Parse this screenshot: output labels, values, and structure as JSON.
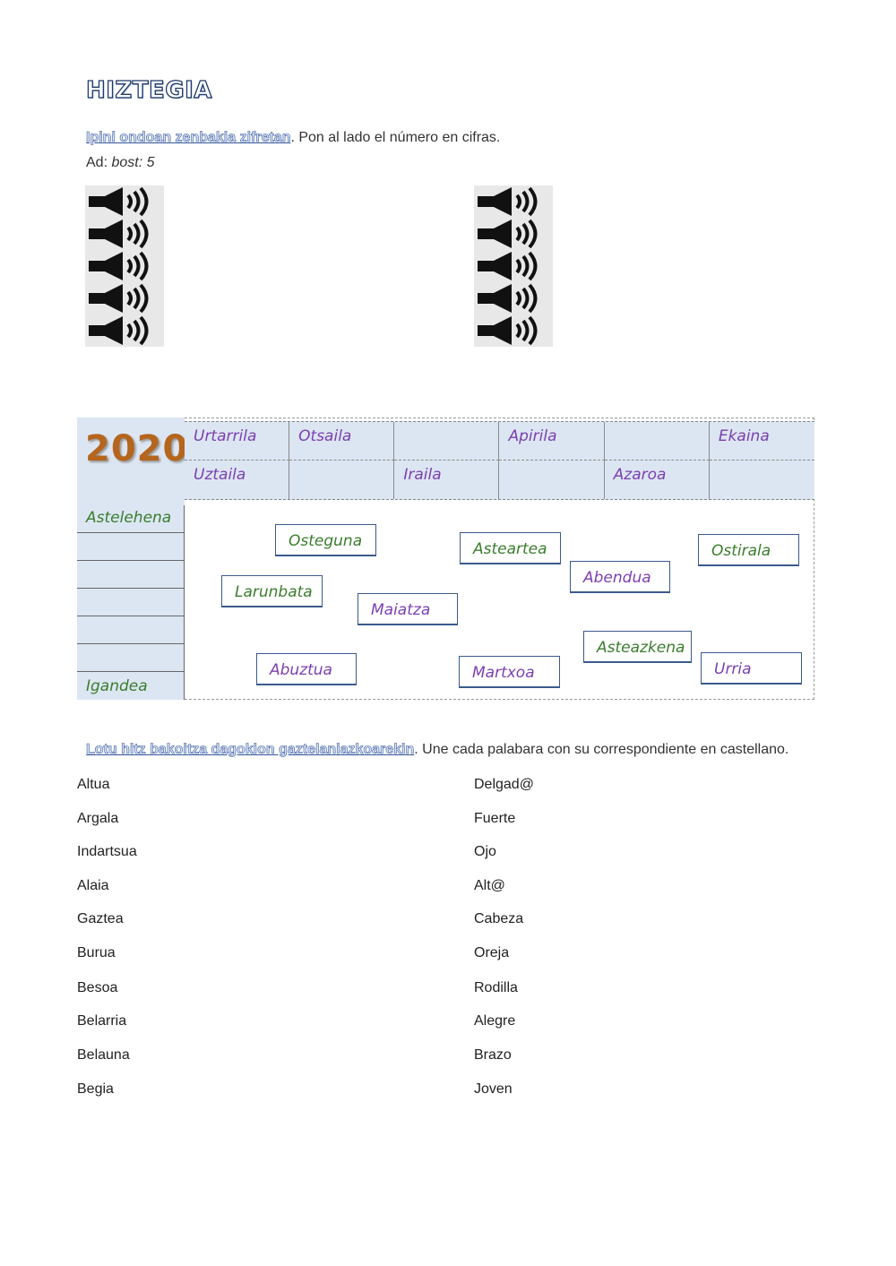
{
  "title": "HIZTEGIA",
  "instruction1": {
    "link": "Ipini ondoan zenbakia zifretan",
    "rest": ". Pon al lado el número en cifras."
  },
  "example": {
    "prefix": "Ad: ",
    "value": "bost: 5"
  },
  "speaker_icon": "speaker-icon",
  "calendar": {
    "year": "2020",
    "months_row1": [
      "Urtarrila",
      "Otsaila",
      "",
      "Apirila",
      "",
      "Ekaina"
    ],
    "months_row2": [
      "Uztaila",
      "",
      "Iraila",
      "",
      "Azaroa",
      ""
    ],
    "day_first": "Astelehena",
    "day_last": "Igandea",
    "word_boxes": [
      {
        "text": "Osteguna",
        "color": "green"
      },
      {
        "text": "Asteartea",
        "color": "green"
      },
      {
        "text": "Ostirala",
        "color": "green"
      },
      {
        "text": "Abendua",
        "color": "purple"
      },
      {
        "text": "Larunbata",
        "color": "green"
      },
      {
        "text": "Maiatza",
        "color": "purple"
      },
      {
        "text": "Asteazkena",
        "color": "green"
      },
      {
        "text": "Abuztua",
        "color": "purple"
      },
      {
        "text": "Martxoa",
        "color": "purple"
      },
      {
        "text": "Urria",
        "color": "purple"
      }
    ],
    "colors": {
      "green": "#3a7d2c",
      "purple": "#7b3fb0",
      "cell_bg": "#dce6f3"
    }
  },
  "instruction2": {
    "link": "Lotu hitz bakoitza dagokion gaztelaniazkoarekin",
    "rest": ". Une cada palabara con su correspondiente en castellano."
  },
  "vocab_left": [
    "Altua",
    "Argala",
    "Indartsua",
    "Alaia",
    "Gaztea",
    "Burua",
    "Besoa",
    "Belarria",
    "Belauna",
    "Begia"
  ],
  "vocab_right": [
    "Delgad@",
    "Fuerte",
    "Ojo",
    "Alt@",
    "Cabeza",
    "Oreja",
    "Rodilla",
    "Alegre",
    "Brazo",
    "Joven"
  ]
}
